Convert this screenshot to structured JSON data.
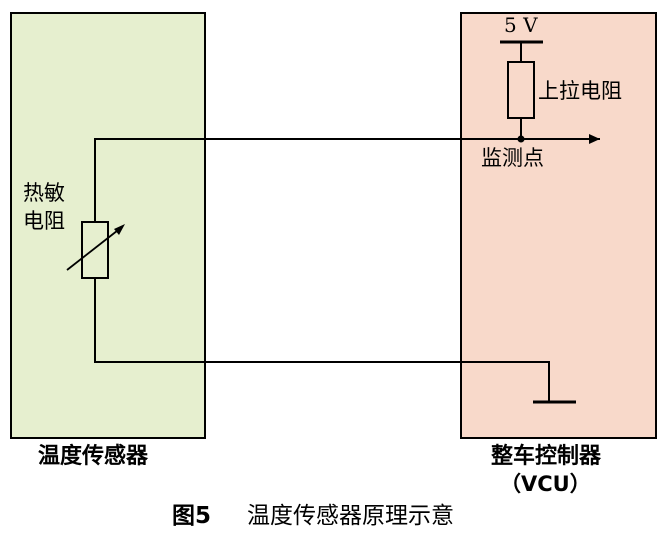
{
  "diagram": {
    "sensor_block": {
      "resistor_label_line1": "热敏",
      "resistor_label_line2": "电阻",
      "caption": "温度传感器"
    },
    "vcu_block": {
      "supply_label": "5 V",
      "pullup_label": "上拉电阻",
      "monitor_label": "监测点",
      "caption_line1": "整车控制器",
      "caption_line2": "（VCU）"
    },
    "figure_caption": {
      "number": "图5",
      "title": "温度传感器原理示意"
    }
  },
  "colors": {
    "sensor_fill": "#E6EFCF",
    "vcu_fill": "#F8D9CA",
    "line": "#000000"
  },
  "icons": [
    "thermistor-symbol",
    "resistor-symbol",
    "ground-symbol",
    "arrow-icon",
    "junction-dot"
  ]
}
